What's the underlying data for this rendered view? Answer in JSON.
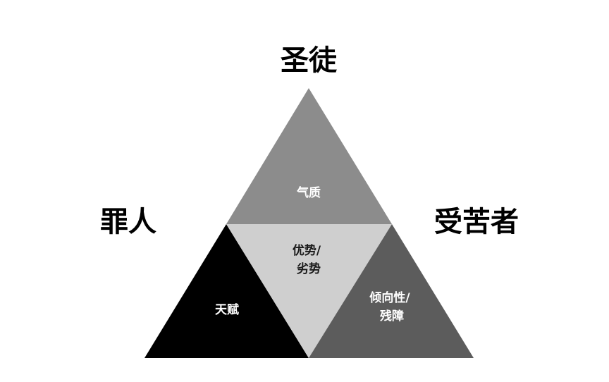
{
  "diagram": {
    "labels": {
      "top": "圣徒",
      "left": "罪人",
      "right": "受苦者"
    },
    "segments": {
      "top": {
        "lines": [
          "气质"
        ],
        "fill": "#8c8c8c",
        "text_color": "#ffffff"
      },
      "left": {
        "lines": [
          "天赋"
        ],
        "fill": "#000000",
        "text_color": "#ffffff"
      },
      "center": {
        "lines": [
          "优势/",
          "劣势"
        ],
        "fill": "#cfcfcf",
        "text_color": "#1a1a1a"
      },
      "right": {
        "lines": [
          "倾向性/",
          "残障"
        ],
        "fill": "#5c5c5c",
        "text_color": "#ffffff"
      }
    }
  }
}
